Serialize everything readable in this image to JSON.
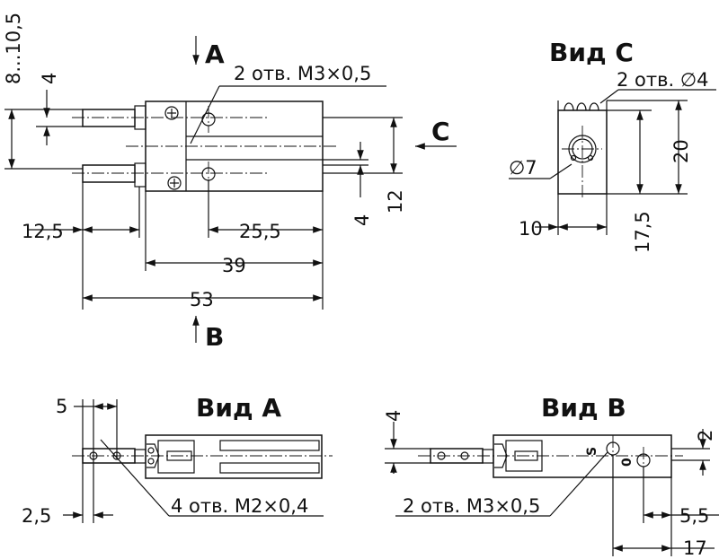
{
  "views": {
    "front_title": "",
    "view_c_title": "Вид С",
    "view_a_title": "Вид А",
    "view_b_title": "Вид В"
  },
  "arrows": {
    "a": "A",
    "b": "B",
    "c": "C"
  },
  "notes": {
    "holes_m3_top": "2 отв. М3×0,5",
    "holes_c_dia": "2 отв. ∅4",
    "dia_7": "∅7",
    "holes_m2": "4 отв. М2×0,4",
    "holes_m3_b": "2 отв. М3×0,5"
  },
  "dims": {
    "stroke": "8...10,5",
    "d4_left": "4",
    "d12_5": "12,5",
    "d25_5": "25,5",
    "d39": "39",
    "d53": "53",
    "d4_right": "4",
    "d12": "12",
    "d10": "10",
    "d17_5": "17,5",
    "d20": "20",
    "d5": "5",
    "d2_5": "2,5",
    "d4_b": "4",
    "d2_b": "2",
    "d5_5": "5,5",
    "d17": "17",
    "s_mark": "S",
    "zero_mark": "0"
  }
}
